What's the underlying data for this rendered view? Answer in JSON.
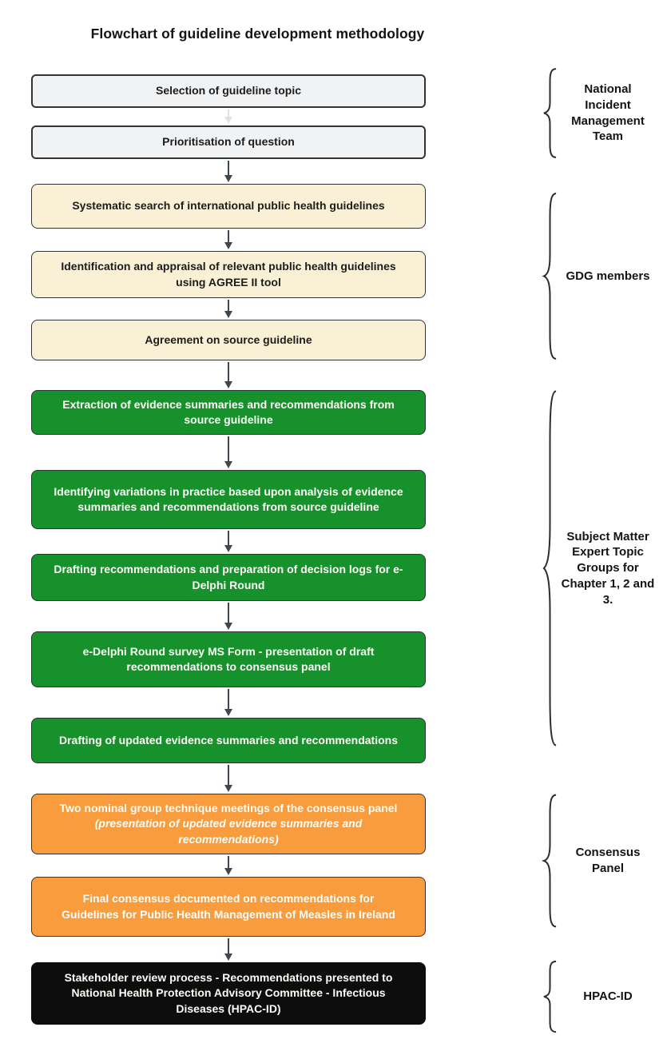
{
  "title": "Flowchart of guideline development methodology",
  "colors": {
    "box-gray": "#f1f2f4",
    "box-cream": "#faf0d5",
    "box-green": "#17912c",
    "box-orange": "#f89c3e",
    "box-black": "#0d0d0d",
    "border-dark": "#2f3437",
    "arrow": "#3f464d",
    "text-dark": "#1c1c1c",
    "text-light": "#fdfdf7"
  },
  "boxes": [
    {
      "stage": "gray",
      "text": "Selection of guideline topic"
    },
    {
      "stage": "gray",
      "text": "Prioritisation of question"
    },
    {
      "stage": "cream",
      "text": "Systematic search of international public health guidelines"
    },
    {
      "stage": "cream",
      "text": "Identification and appraisal of relevant public health guidelines using AGREE II tool"
    },
    {
      "stage": "cream",
      "text": "Agreement on source guideline"
    },
    {
      "stage": "green",
      "text": "Extraction of evidence summaries and recommendations from source guideline"
    },
    {
      "stage": "green",
      "text": "Identifying variations in practice based upon analysis of evidence summaries and recommendations from source guideline"
    },
    {
      "stage": "green",
      "text": "Drafting recommendations and preparation of decision logs for e-Delphi Round"
    },
    {
      "stage": "green",
      "text": "e-Delphi Round survey MS Form - presentation of draft recommendations to consensus panel"
    },
    {
      "stage": "green",
      "text": "Drafting of updated evidence summaries and recommendations"
    },
    {
      "stage": "orange",
      "text": "Two nominal group technique meetings of the consensus panel ",
      "text_italic": "(presentation of updated evidence summaries and recommendations)"
    },
    {
      "stage": "orange",
      "text": "Final consensus documented on recommendations for Guidelines for Public Health Management of Measles in Ireland"
    },
    {
      "stage": "black",
      "text": "Stakeholder review process - Recommendations presented to National Health Protection Advisory Committee - Infectious Diseases (HPAC-ID)"
    }
  ],
  "groups": [
    {
      "label": "National Incident Management Team"
    },
    {
      "label": "GDG members"
    },
    {
      "label": "Subject Matter Expert Topic Groups for Chapter 1, 2 and 3."
    },
    {
      "label": "Consensus Panel"
    },
    {
      "label": "HPAC-ID"
    }
  ]
}
